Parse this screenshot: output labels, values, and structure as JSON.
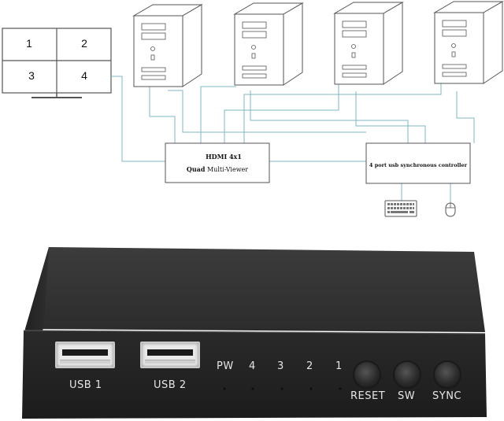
{
  "monitor": {
    "quadrants": [
      "1",
      "2",
      "3",
      "4"
    ]
  },
  "multiviewer_box": {
    "line1": "HDMI 4x1",
    "line2_bold": "Quad",
    "line2_rest": "Multi-Viewer"
  },
  "usb_controller_box": {
    "label": "4 port usb synchronous controller"
  },
  "peripherals": {
    "keyboard_icon": "keyboard-icon",
    "mouse_icon": "mouse-icon"
  },
  "computers": {
    "count": 4,
    "icon": "desktop-tower-icon"
  },
  "device_panel": {
    "usb_ports": [
      "USB 1",
      "USB 2"
    ],
    "leds": [
      "PW",
      "4",
      "3",
      "2",
      "1"
    ],
    "buttons": [
      "RESET",
      "SW",
      "SYNC"
    ]
  },
  "colors": {
    "line_teal": "#7fb6c2",
    "device_body": "#2e2e2e",
    "panel_text": "#e6e6e6"
  }
}
